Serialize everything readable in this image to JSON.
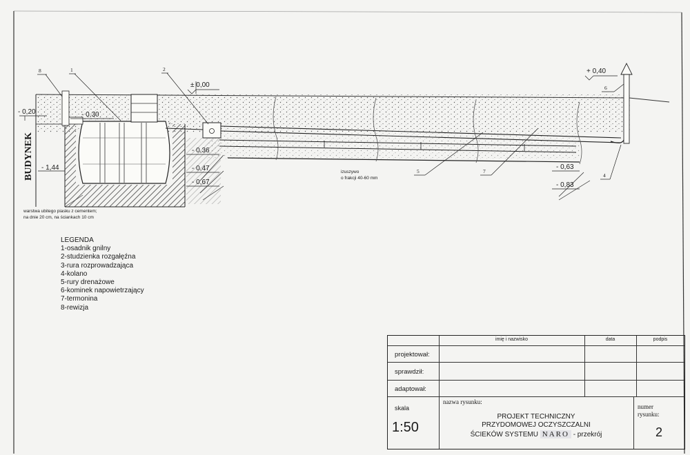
{
  "drawing": {
    "side_label": "BUDYNEK",
    "levels": {
      "zero": "± 0,00",
      "vent_top": "+ 0,40",
      "minus_020": "- 0,20",
      "minus_030": "- 0,30",
      "minus_144": "- 1,44",
      "minus_036": "- 0,36",
      "minus_047": "- 0,47",
      "minus_067": "- 0,67",
      "minus_063": "- 0,63",
      "minus_083": "- 0,83"
    },
    "callouts": {
      "c8": "8",
      "c1": "1",
      "c2": "2",
      "c6": "6",
      "c5": "5",
      "c7": "7",
      "c4": "4"
    },
    "gravel_note_1": "izuszywo",
    "gravel_note_2": "o frakcji 40-60 mm",
    "sand_note_1": "warstwa ubitego piasku z cementem;",
    "sand_note_2": "na dnie 20 cm, na ściankach 10 cm"
  },
  "legend": {
    "title": "LEGENDA",
    "items": [
      "1-osadnik gnilny",
      "2-studzienka  rozgałęźna",
      "3-rura rozprowadzająca",
      "4-kolano",
      "5-rury  drenażowe",
      "6-kominek napowietrzający",
      "7-termonina",
      "8-rewizja"
    ]
  },
  "title_block": {
    "col_name": "imię i nazwisko",
    "col_date": "data",
    "col_sign": "podpis",
    "row_designed": "projektował:",
    "row_checked": "sprawdził:",
    "row_adapted": "adaptował:",
    "scale_label": "skala",
    "scale_value": "1:50",
    "drawing_name_label": "nazwa rysunku:",
    "title_line1": "PROJEKT TECHNICZNY",
    "title_line2": "PRZYDOMOWEJ OCZYSZCZALNI",
    "title_line3a": "ŚCIEKÓW SYSTEMU",
    "title_system": "NARO",
    "title_line3b": "- przekrój",
    "number_label_1": "numer",
    "number_label_2": "rysunku:",
    "number_value": "2"
  }
}
